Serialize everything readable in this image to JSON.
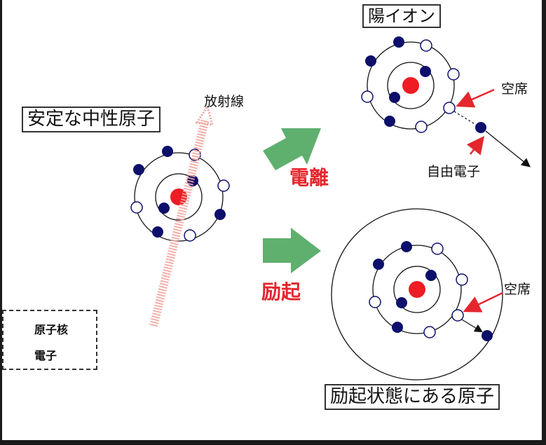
{
  "labels": {
    "stable_atom": "安定な中性原子",
    "radiation": "放射線",
    "positive_ion": "陽イオン",
    "vacancy_top": "空席",
    "free_electron": "自由電子",
    "ionization": "電離",
    "excitation": "励起",
    "vacancy_bottom": "空席",
    "excited_atom": "励起状態にある原子"
  },
  "legend": {
    "nucleus": "原子核",
    "electron": "電子"
  },
  "colors": {
    "nucleus": "#ee1c24",
    "electron": "#0d0f6b",
    "arrow_green": "#5fb06f",
    "radiation_beam": "#f2a7a0",
    "pointer_red": "#e4262d",
    "accent_red_text": "#e4262d"
  }
}
